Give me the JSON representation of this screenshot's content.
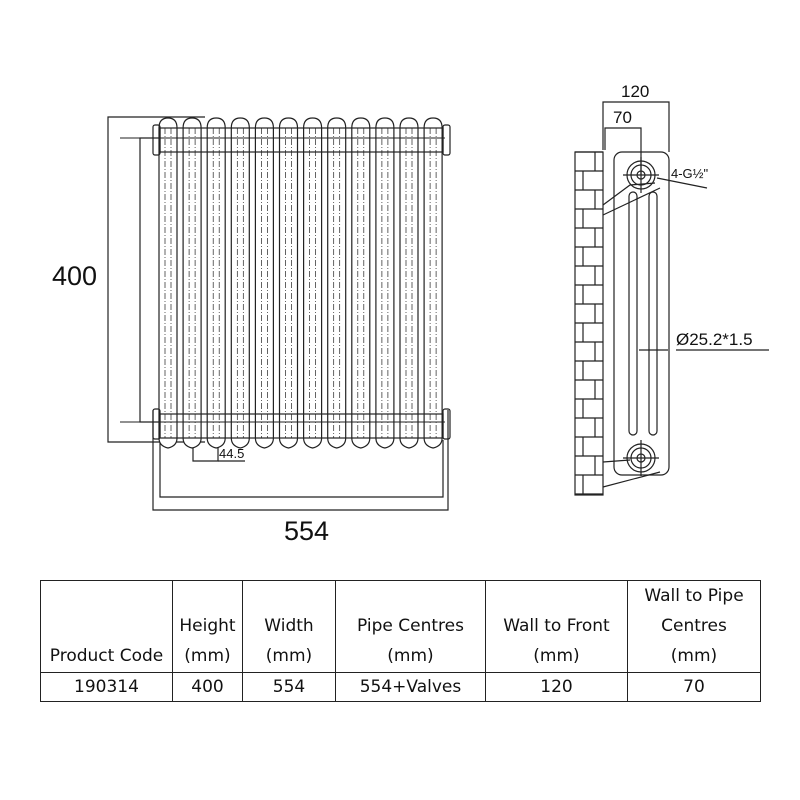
{
  "front_view": {
    "height_label": "400",
    "width_label": "554",
    "column_spacing_label": "44.5",
    "column_count": 12
  },
  "side_view": {
    "depth_label": "120",
    "pipe_centre_label": "70",
    "connection_label": "4-G½\"",
    "tube_label": "Ø25.2*1.5"
  },
  "spec_table": {
    "headers": [
      "Product Code",
      "Height\n(mm)",
      "Width\n(mm)",
      "Pipe Centres\n(mm)",
      "Wall to Front\n(mm)",
      "Wall to Pipe\nCentres\n(mm)"
    ],
    "header_lines": [
      [
        "Product Code"
      ],
      [
        "Height",
        "(mm)"
      ],
      [
        "Width",
        "(mm)"
      ],
      [
        "Pipe Centres",
        "(mm)"
      ],
      [
        "Wall to Front",
        "(mm)"
      ],
      [
        "Wall to Pipe",
        "Centres",
        "(mm)"
      ]
    ],
    "row": [
      "190314",
      "400",
      "554",
      "554+Valves",
      "120",
      "70"
    ]
  }
}
